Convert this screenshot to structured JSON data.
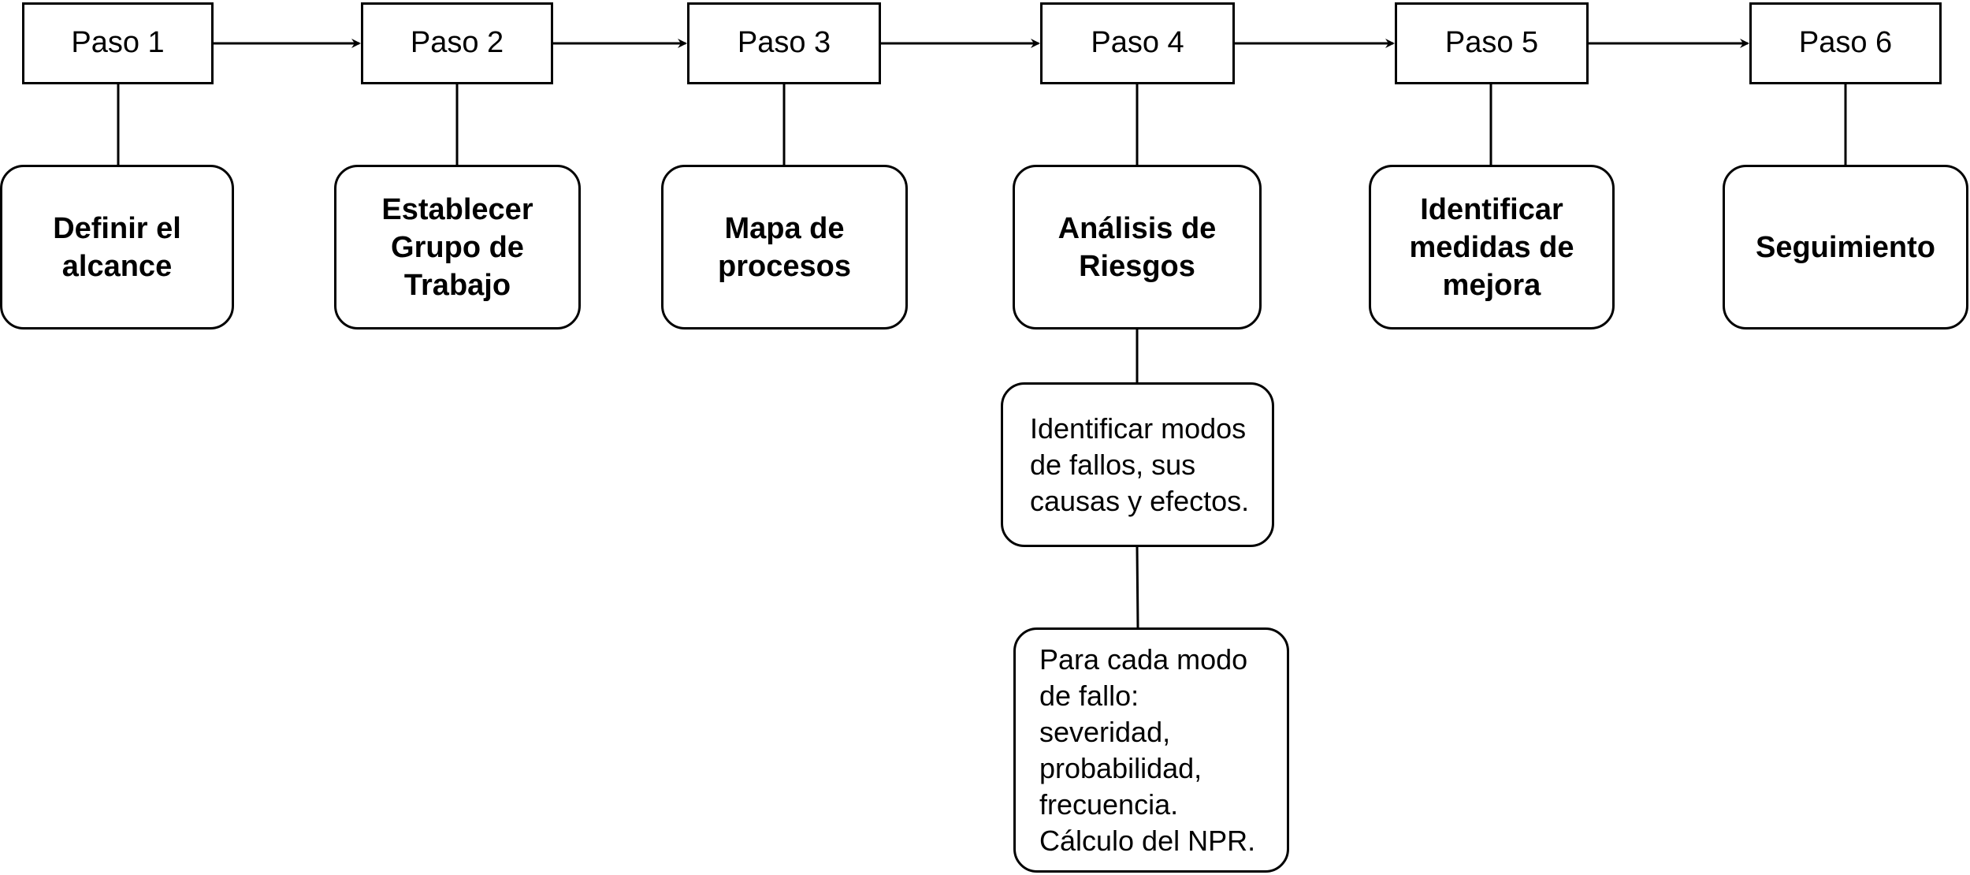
{
  "steps": [
    {
      "label": "Paso 1",
      "activity": "Definir el\nalcance"
    },
    {
      "label": "Paso 2",
      "activity": "Establecer\nGrupo de\nTrabajo"
    },
    {
      "label": "Paso 3",
      "activity": "Mapa de\nprocesos"
    },
    {
      "label": "Paso 4",
      "activity": "Análisis de\nRiesgos"
    },
    {
      "label": "Paso 5",
      "activity": "Identificar\nmedidas de\nmejora"
    },
    {
      "label": "Paso 6",
      "activity": "Seguimiento"
    }
  ],
  "risk_analysis_details": [
    "Identificar modos\nde fallos, sus\ncausas y efectos.",
    "Para cada modo\nde fallo:\nseveridad,\nprobabilidad,\nfrecuencia.\nCálculo del NPR."
  ],
  "colors": {
    "stroke": "#000000",
    "fill": "#ffffff",
    "text": "#000000"
  }
}
